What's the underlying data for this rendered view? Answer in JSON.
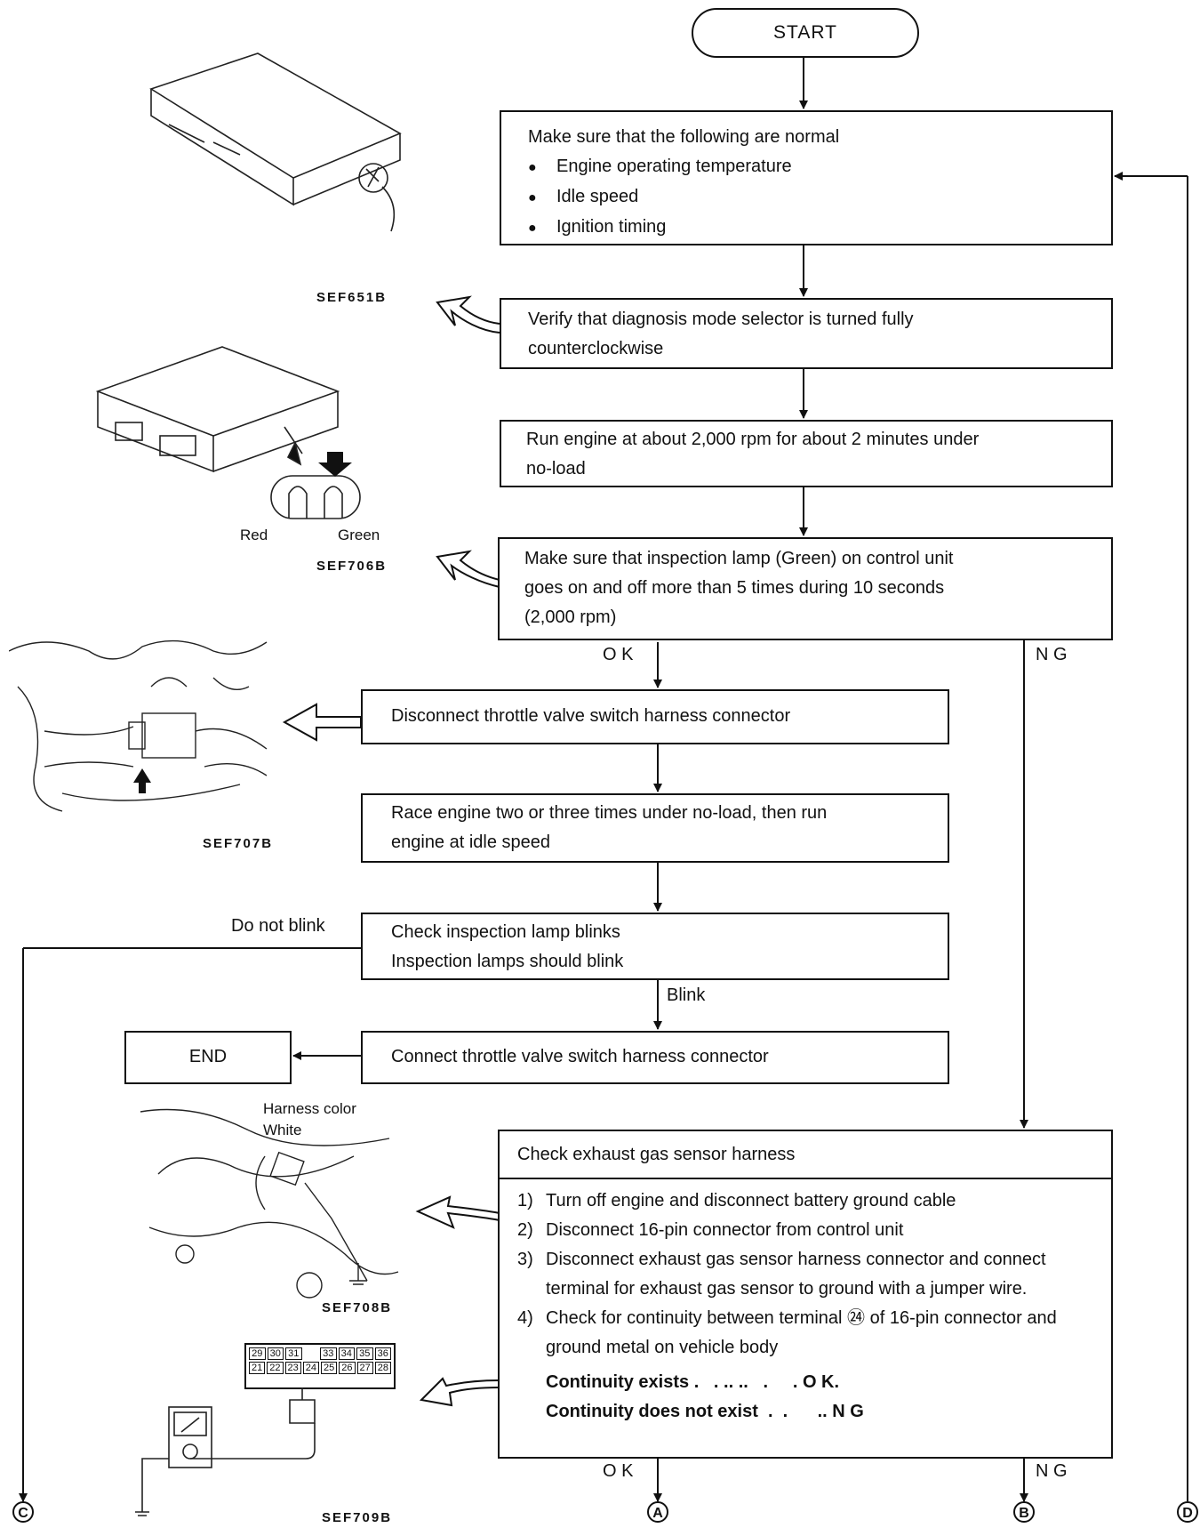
{
  "start": "START",
  "end": "END",
  "step1": {
    "title": "Make sure that the following are normal",
    "items": [
      "Engine operating temperature",
      "Idle speed",
      "Ignition timing"
    ]
  },
  "step2": {
    "line1": "Verify that diagnosis mode selector is turned fully",
    "line2": "counterclockwise"
  },
  "step3": {
    "line1": "Run engine at about 2,000 rpm for about 2 minutes under",
    "line2": "no-load"
  },
  "step4": {
    "line1": "Make sure that inspection lamp (Green) on control unit",
    "line2": "goes on and off more than 5 times during 10 seconds",
    "line3": "(2,000 rpm)"
  },
  "step5": "Disconnect throttle valve switch harness connector",
  "step6": {
    "line1": "Race engine two or three times under no-load, then run",
    "line2": "engine at idle speed"
  },
  "step7": {
    "line1": "Check inspection lamp blinks",
    "line2": "Inspection lamps should blink"
  },
  "step8": "Connect throttle valve switch harness connector",
  "step9": {
    "title": "Check exhaust gas sensor harness",
    "items": [
      {
        "n": "1)",
        "text": "Turn off engine and disconnect battery ground cable"
      },
      {
        "n": "2)",
        "text": "Disconnect 16-pin connector from control unit"
      },
      {
        "n": "3)",
        "text": "Disconnect exhaust gas sensor harness connector and connect terminal for exhaust gas sensor to ground with a jumper wire."
      },
      {
        "n": "4)",
        "text": "Check for continuity between terminal ㉔ of 16-pin connector and ground metal on vehicle body"
      }
    ],
    "result1_label": "Continuity exists .   . .. ..   .     . ",
    "result1_value": "O K.",
    "result2_label": "Continuity does not exist  .  .      .. ",
    "result2_value": "N G"
  },
  "labels": {
    "ok1": "O K",
    "ng1": "N G",
    "do_not_blink": "Do not blink",
    "blink": "Blink",
    "ok2": "O K",
    "ng2": "N G"
  },
  "connectors": {
    "a": "A",
    "b": "B",
    "c": "C",
    "d": "D"
  },
  "figures": {
    "sef651b": "SEF651B",
    "sef706b": "SEF706B",
    "sef707b": "SEF707B",
    "sef708b": "SEF708B",
    "sef709b": "SEF709B",
    "red": "Red",
    "green": "Green",
    "harness_color": "Harness color",
    "white": "White",
    "terminals_top": [
      "29",
      "30",
      "31",
      "",
      "33",
      "34",
      "35",
      "36"
    ],
    "terminals_bottom": [
      "21",
      "22",
      "23",
      "24",
      "25",
      "26",
      "27",
      "28"
    ]
  }
}
